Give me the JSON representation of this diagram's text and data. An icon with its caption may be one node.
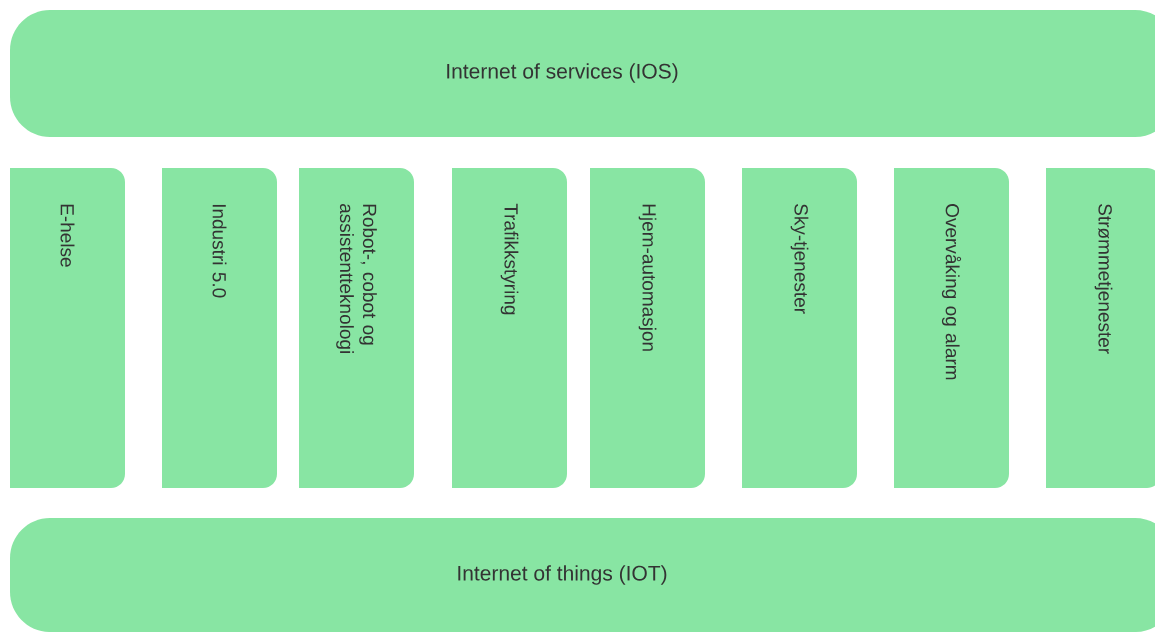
{
  "diagram": {
    "nodes": [
      {
        "text": [
          "Internet of services (IOS)"
        ]
      },
      {
        "text": [
          "E-helse"
        ]
      },
      {
        "text": [
          "Industri 5.0"
        ]
      },
      {
        "text": [
          "Robot-, cobot og assistentteknologi"
        ]
      },
      {
        "text": [
          "Trafikkstyring"
        ]
      },
      {
        "text": [
          "Hjem-automasjon"
        ]
      },
      {
        "text": [
          "Sky-tjenester"
        ]
      },
      {
        "text": [
          "Overvåking og alarm"
        ]
      },
      {
        "text": [
          "Strømmetjenester"
        ]
      },
      {
        "text": [
          "Internet of things (IOT)"
        ]
      }
    ]
  }
}
